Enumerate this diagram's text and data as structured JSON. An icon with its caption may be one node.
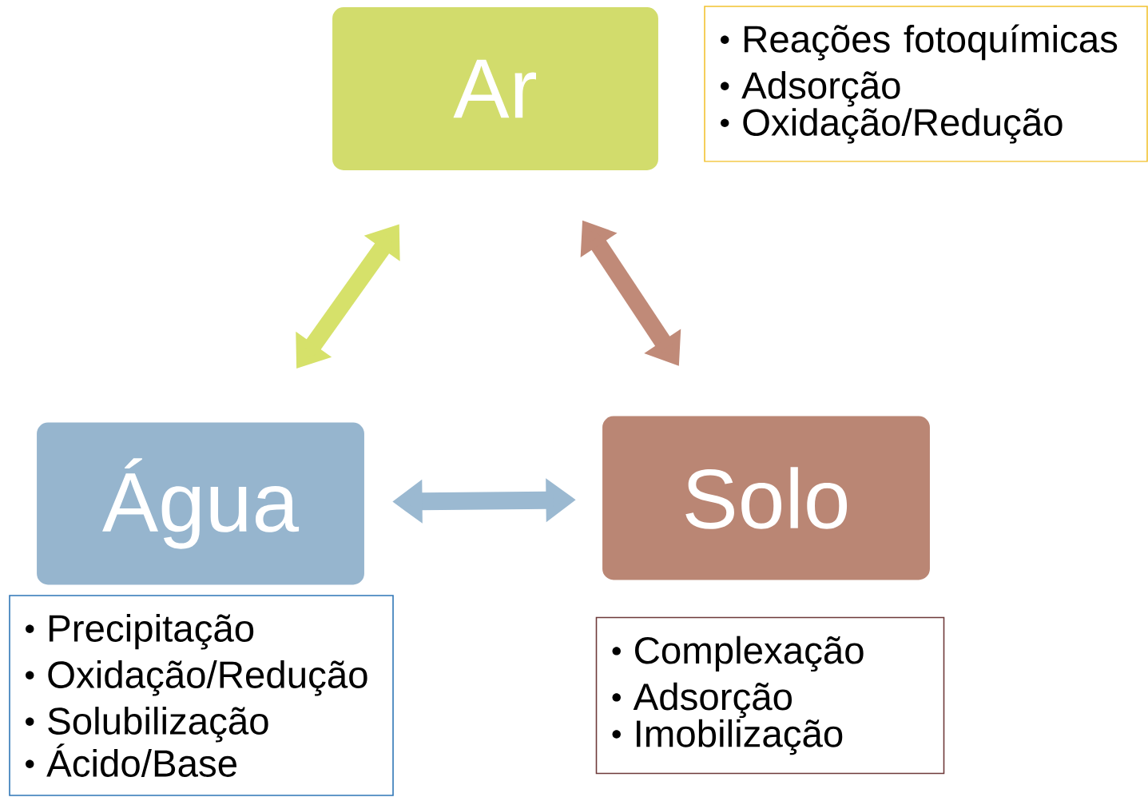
{
  "diagram": {
    "nodes": [
      {
        "text": [
          "Ar"
        ]
      },
      {
        "text": [
          "Reações fotoquímicas",
          "Adsorção",
          "Oxidação/Redução"
        ]
      },
      {
        "text": [
          "Água"
        ]
      },
      {
        "text": [
          "Precipitação",
          "Oxidação/Redução",
          "Solubilização",
          "Ácido/Base"
        ]
      },
      {
        "text": [
          "Solo"
        ]
      },
      {
        "text": [
          "Complexação",
          "Adsorção",
          "Imobilização"
        ]
      }
    ],
    "edges": [
      {
        "from": 2,
        "to": 0,
        "arrow": "both",
        "color": "#d6e16a"
      },
      {
        "from": 0,
        "to": 4,
        "arrow": "both",
        "color": "#c08a78"
      },
      {
        "from": 2,
        "to": 4,
        "arrow": "both",
        "color": "#9bb9d1"
      }
    ]
  }
}
